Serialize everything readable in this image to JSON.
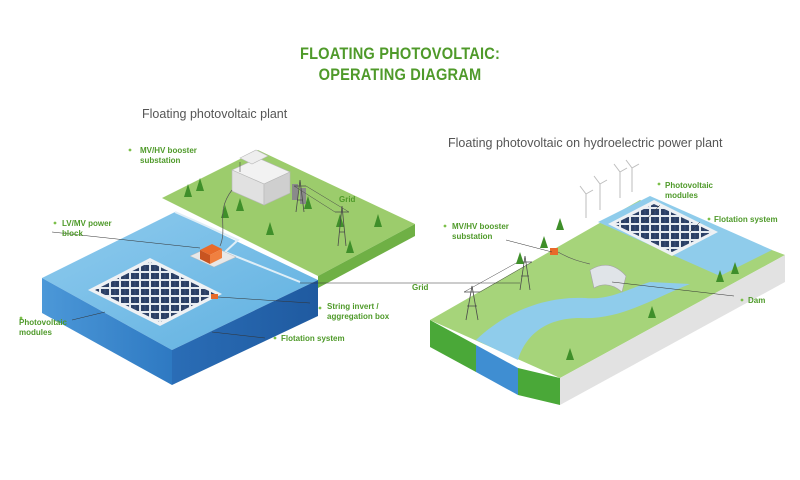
{
  "title": {
    "line1": "FLOATING PHOTOVOLTAIC:",
    "line2": "OPERATING DIAGRAM"
  },
  "left_panel": {
    "title": "Floating photovoltaic plant",
    "labels": {
      "booster": [
        "MV/HV booster",
        "substation"
      ],
      "grid": "Grid",
      "power_block": [
        "LV/MV power",
        "block"
      ],
      "string_box": [
        "String invert /",
        "aggregation box"
      ],
      "modules": [
        "Photovoltaic",
        "modules"
      ],
      "flotation": "Flotation system"
    }
  },
  "right_panel": {
    "title": "Floating photovoltaic on hydroelectric power plant",
    "labels": {
      "booster": [
        "MV/HV booster",
        "substation"
      ],
      "grid": "Grid",
      "modules": [
        "Photovoltaic",
        "modules"
      ],
      "flotation": "Flotation system",
      "dam": "Dam"
    }
  },
  "colors": {
    "title_green": "#4f9a2a",
    "label_green": "#4f9a2a",
    "land_green": "#8cc65a",
    "land_dark": "#5aa83a",
    "water_light": "#7ec3e6",
    "water_dark": "#2a6fb8",
    "panel_blue": "#2b3f64",
    "inverter_orange": "#e86a2a"
  }
}
